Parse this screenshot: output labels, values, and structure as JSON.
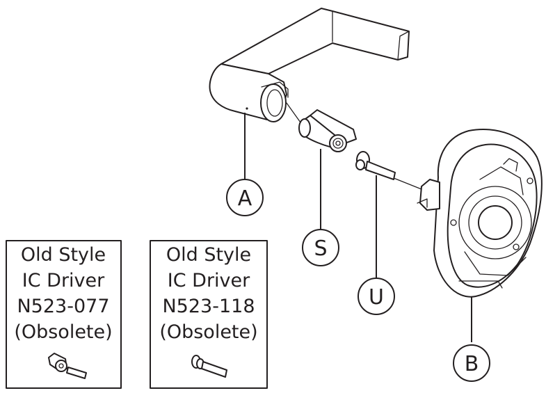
{
  "callouts": {
    "a": "A",
    "s": "S",
    "u": "U",
    "b": "B"
  },
  "legacy_parts": [
    {
      "line1": "Old Style",
      "line2": "IC Driver",
      "part_number": "N523-077",
      "status": "(Obsolete)"
    },
    {
      "line1": "Old Style",
      "line2": "IC Driver",
      "part_number": "N523-118",
      "status": "(Obsolete)"
    }
  ],
  "colors": {
    "line": "#231f20",
    "background": "#ffffff"
  }
}
